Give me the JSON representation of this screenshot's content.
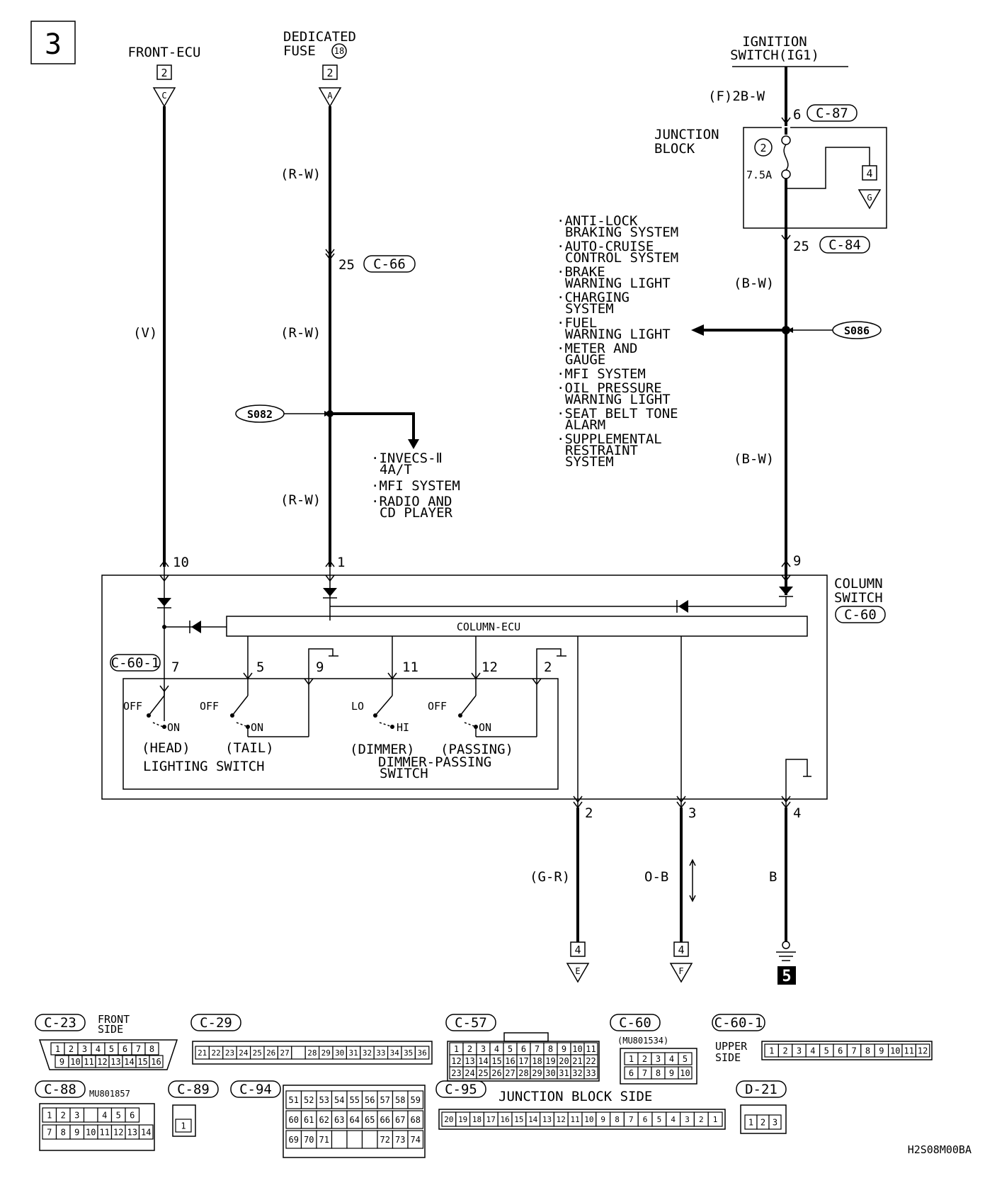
{
  "page_number": "3",
  "sources": {
    "front_ecu": {
      "title": "FRONT-ECU",
      "ref": "2",
      "tag": "C"
    },
    "dedicated_fuse": {
      "title1": "DEDICATED",
      "title2": "FUSE",
      "fuse_no": "18",
      "ref": "2",
      "tag": "A"
    },
    "ignition": {
      "title1": "IGNITION",
      "title2": "SWITCH(IG1)"
    }
  },
  "wires": {
    "v": "(V)",
    "rw1": "(R-W)",
    "rw2": "(R-W)",
    "rw3": "(R-W)",
    "ign": "(F)2B-W",
    "bw1": "(B-W)",
    "bw2": "(B-W)",
    "gr": "(G-R)",
    "ob": "O-B",
    "b": "B"
  },
  "connectors": {
    "c66": {
      "pin": "25",
      "name": "C-66"
    },
    "c87": {
      "pin": "6",
      "name": "C-87"
    },
    "c84": {
      "pin": "25",
      "name": "C-84"
    }
  },
  "junction_block": {
    "title1": "JUNCTION",
    "title2": "BLOCK",
    "fuse_no": "2",
    "rating": "7.5A",
    "ref": "4",
    "tag": "G"
  },
  "splices": {
    "s082": "S082",
    "s086": "S086"
  },
  "s082_targets": [
    "·INVECS-Ⅱ",
    "4A/T",
    "·MFI SYSTEM",
    "·RADIO AND",
    "CD PLAYER"
  ],
  "s086_targets": [
    "·ANTI-LOCK",
    "BRAKING SYSTEM",
    "·AUTO-CRUISE",
    "CONTROL SYSTEM",
    "·BRAKE",
    "WARNING LIGHT",
    "·CHARGING",
    "SYSTEM",
    "·FUEL",
    "WARNING LIGHT",
    "·METER AND",
    "GAUGE",
    "·MFI SYSTEM",
    "·OIL PRESSURE",
    "WARNING LIGHT",
    "·SEAT BELT TONE",
    "ALARM",
    "·SUPPLEMENTAL",
    "RESTRAINT",
    "SYSTEM"
  ],
  "column_switch": {
    "title1": "COLUMN",
    "title2": "SWITCH",
    "connector": "C-60",
    "sub_connector": "C-60-1",
    "ecu": "COLUMN-ECU",
    "pins_top": [
      "10",
      "1",
      "9"
    ],
    "pins_inner": [
      "7",
      "5",
      "9",
      "11",
      "12",
      "2"
    ],
    "pins_bottom": [
      "2",
      "3",
      "4"
    ],
    "sw_head": {
      "off": "OFF",
      "on": "ON",
      "name": "(HEAD)"
    },
    "sw_tail": {
      "off": "OFF",
      "on": "ON",
      "name": "(TAIL)"
    },
    "sw_dimmer": {
      "off": "LO",
      "on": "HI",
      "name": "(DIMMER)"
    },
    "sw_passing": {
      "off": "OFF",
      "on": "ON",
      "name": "(PASSING)"
    },
    "lighting_switch": "LIGHTING SWITCH",
    "dimmer_switch1": "DIMMER-PASSING",
    "dimmer_switch2": "SWITCH"
  },
  "outputs": {
    "e": {
      "ref": "4",
      "tag": "E"
    },
    "f": {
      "ref": "4",
      "tag": "F"
    },
    "ground": "5"
  },
  "connector_views": {
    "c23": {
      "name": "C-23",
      "side1": "FRONT",
      "side2": "SIDE",
      "row1": [
        "1",
        "2",
        "3",
        "4",
        "5",
        "6",
        "7",
        "8"
      ],
      "row2": [
        "9",
        "10",
        "11",
        "12",
        "13",
        "14",
        "15",
        "16"
      ]
    },
    "c29": {
      "name": "C-29",
      "row": [
        "21",
        "22",
        "23",
        "24",
        "25",
        "26",
        "27",
        "",
        "28",
        "29",
        "30",
        "31",
        "32",
        "33",
        "34",
        "35",
        "36"
      ]
    },
    "c57": {
      "name": "C-57",
      "row1": [
        "1",
        "2",
        "3",
        "4",
        "5",
        "6",
        "7",
        "8",
        "9",
        "10",
        "11"
      ],
      "row2": [
        "12",
        "13",
        "14",
        "15",
        "16",
        "17",
        "18",
        "19",
        "20",
        "21",
        "22"
      ],
      "row3": [
        "23",
        "24",
        "25",
        "26",
        "27",
        "28",
        "29",
        "30",
        "31",
        "32",
        "33"
      ]
    },
    "c60": {
      "name": "C-60",
      "part": "(MU801534)",
      "row1": [
        "1",
        "2",
        "3",
        "4",
        "5"
      ],
      "row2": [
        "6",
        "7",
        "8",
        "9",
        "10"
      ]
    },
    "c601": {
      "name": "C-60-1",
      "side1": "UPPER",
      "side2": "SIDE",
      "row": [
        "1",
        "2",
        "3",
        "4",
        "5",
        "6",
        "7",
        "8",
        "9",
        "10",
        "11",
        "12"
      ]
    },
    "c88": {
      "name": "C-88",
      "part": "MU801857",
      "row1": [
        "1",
        "2",
        "3",
        "",
        "4",
        "5",
        "6"
      ],
      "row2": [
        "7",
        "8",
        "9",
        "10",
        "11",
        "12",
        "13",
        "14"
      ]
    },
    "c89": {
      "name": "C-89",
      "row": [
        "1"
      ]
    },
    "c94": {
      "name": "C-94",
      "row1": [
        "51",
        "52",
        "53",
        "54",
        "55",
        "56",
        "57",
        "58",
        "59"
      ],
      "row2": [
        "60",
        "61",
        "62",
        "63",
        "64",
        "65",
        "66",
        "67",
        "68"
      ],
      "row3": [
        "69",
        "70",
        "71",
        "",
        "",
        "",
        "72",
        "73",
        "74"
      ]
    },
    "c95": {
      "name": "C-95",
      "side": "JUNCTION BLOCK SIDE",
      "row": [
        "20",
        "19",
        "18",
        "17",
        "16",
        "15",
        "14",
        "13",
        "12",
        "11",
        "10",
        "9",
        "8",
        "7",
        "6",
        "5",
        "4",
        "3",
        "2",
        "1"
      ]
    },
    "d21": {
      "name": "D-21",
      "row": [
        "1",
        "2",
        "3"
      ]
    }
  },
  "figure_code": "H2S08M00BA"
}
